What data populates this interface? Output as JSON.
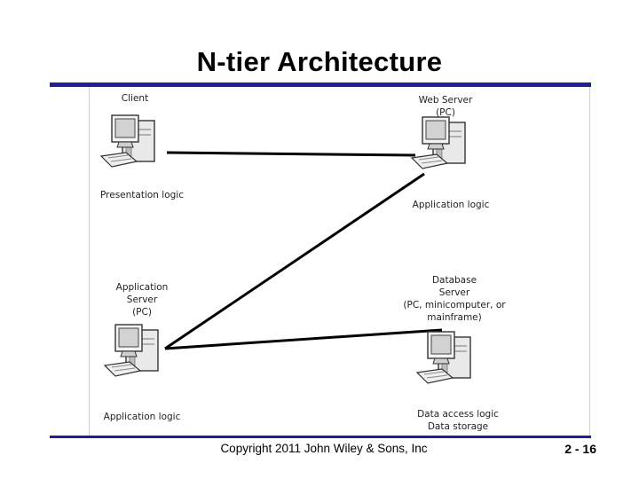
{
  "title": "N-tier Architecture",
  "nodes": {
    "client": {
      "name": "Client",
      "logic": "Presentation logic"
    },
    "web_server": {
      "name": "Web Server\n(PC)",
      "logic": "Application logic"
    },
    "app_server": {
      "name": "Application\nServer\n(PC)",
      "logic": "Application logic"
    },
    "db_server": {
      "name": "Database\nServer\n(PC, minicomputer, or\nmainframe)",
      "logic": "Data access logic\nData storage"
    }
  },
  "footer": {
    "copyright": "Copyright 2011 John Wiley & Sons, Inc",
    "page": "2 - 16"
  },
  "colors": {
    "rule": "#1f1f9a",
    "link": "#000000"
  }
}
